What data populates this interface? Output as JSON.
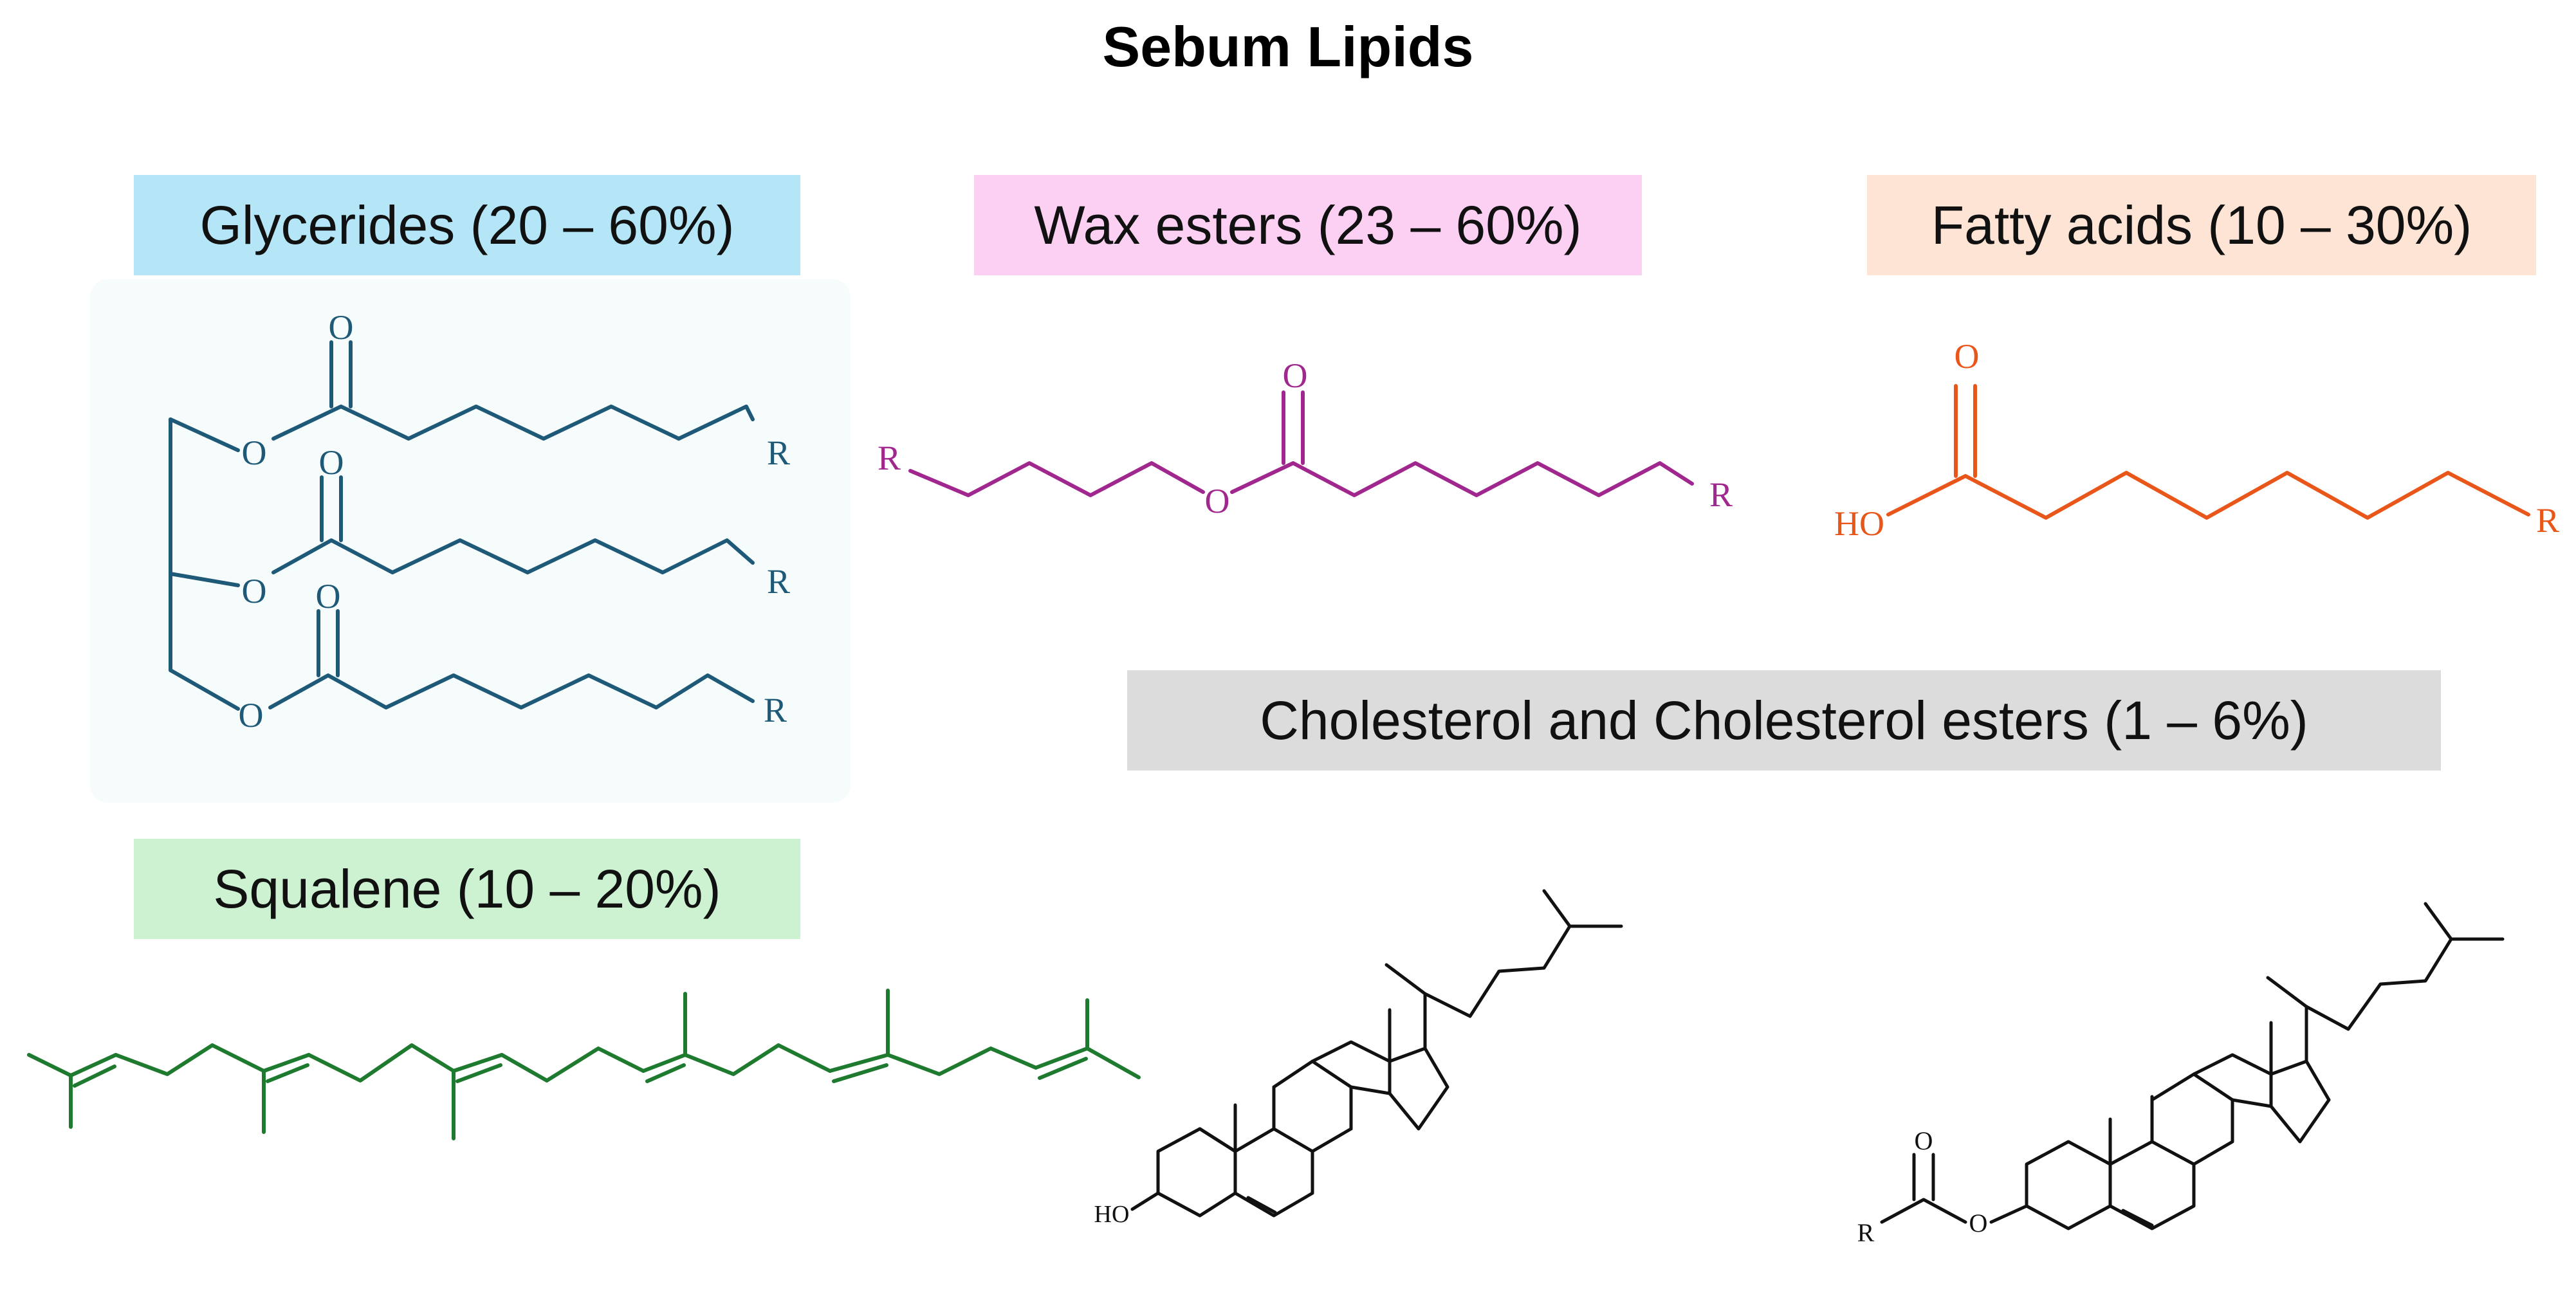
{
  "title": "Sebum Lipids",
  "labels": {
    "glycerides": "Glycerides (20 – 60%)",
    "wax_esters": "Wax esters (23 – 60%)",
    "fatty_acids": "Fatty acids (10 – 30%)",
    "cholesterol": "Cholesterol and Cholesterol esters (1 – 6%)",
    "squalene": "Squalene (10 – 20%)"
  },
  "atoms": {
    "oxygen": "O",
    "r_group": "R",
    "hydroxyl": "HO"
  },
  "colors": {
    "glycerides": "#1e5a78",
    "wax_esters": "#a0278e",
    "fatty_acids": "#e8561a",
    "squalene": "#1e7a2e",
    "cholesterol": "#111111"
  }
}
